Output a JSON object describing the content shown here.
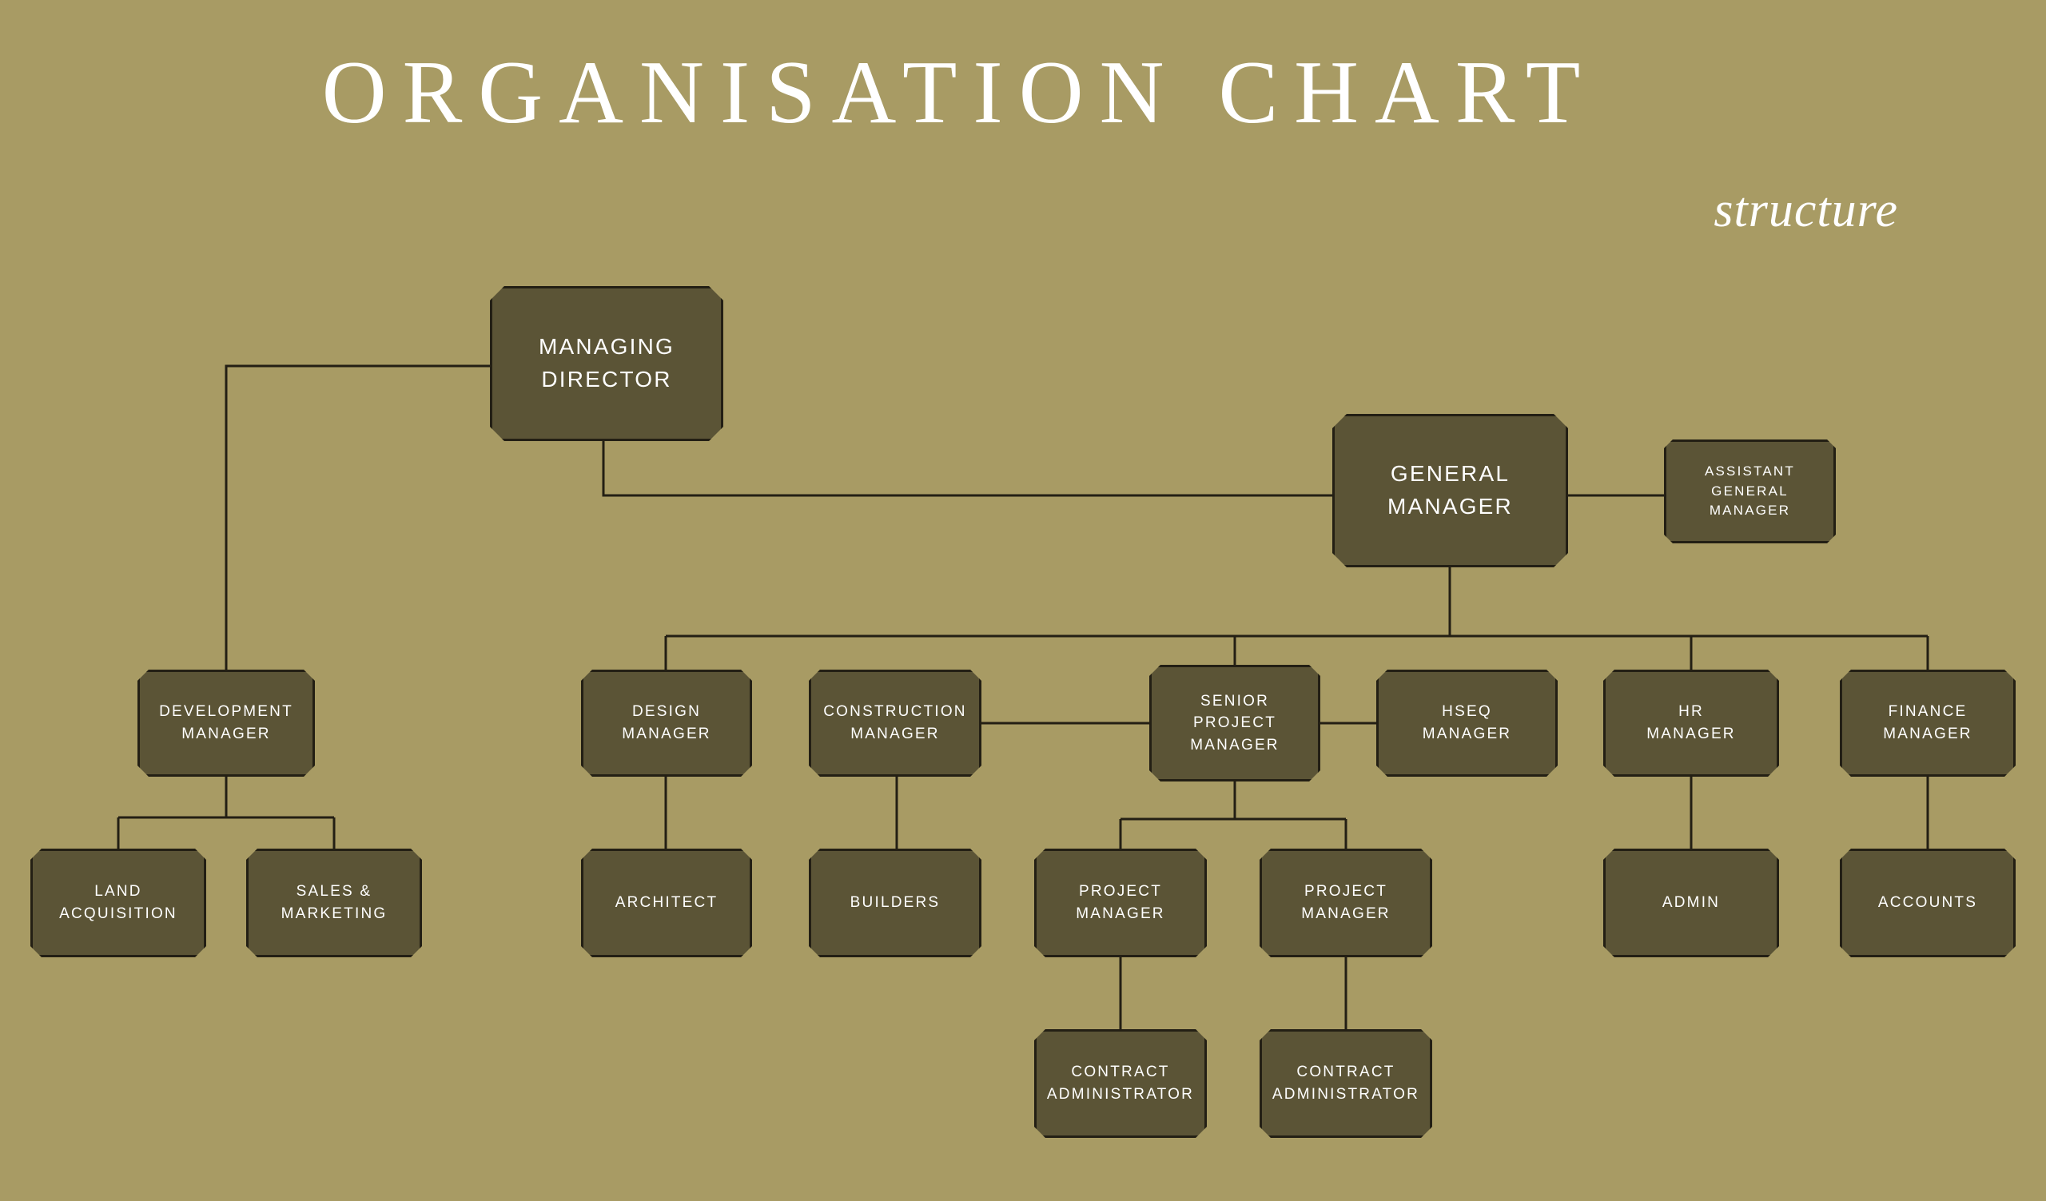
{
  "header": {
    "title": "ORGANISATION CHART",
    "subtitle": "structure"
  },
  "colors": {
    "background": "#A89B64",
    "node_fill": "#5B5436",
    "node_border": "#231F14",
    "text": "#FFFFFF",
    "line": "#231F14"
  },
  "chart_data": {
    "type": "diagram",
    "title": "ORGANISATION CHART",
    "subtitle": "structure",
    "diagram_kind": "organisation-chart",
    "nodes": [
      {
        "id": "managing-director",
        "label": "MANAGING\nDIRECTOR",
        "lines": [
          "MANAGING",
          "DIRECTOR"
        ],
        "level": 0
      },
      {
        "id": "general-manager",
        "label": "GENERAL\nMANAGER",
        "lines": [
          "GENERAL",
          "MANAGER"
        ],
        "level": 1
      },
      {
        "id": "assistant-general-manager",
        "label": "ASSISTANT\nGENERAL MANAGER",
        "lines": [
          "ASSISTANT",
          "GENERAL MANAGER"
        ],
        "level": 1
      },
      {
        "id": "development-manager",
        "label": "DEVELOPMENT\nMANAGER",
        "lines": [
          "DEVELOPMENT",
          "MANAGER"
        ],
        "level": 2
      },
      {
        "id": "design-manager",
        "label": "DESIGN\nMANAGER",
        "lines": [
          "DESIGN",
          "MANAGER"
        ],
        "level": 2
      },
      {
        "id": "construction-manager",
        "label": "CONSTRUCTION\nMANAGER",
        "lines": [
          "CONSTRUCTION",
          "MANAGER"
        ],
        "level": 2
      },
      {
        "id": "senior-project-manager",
        "label": "SENIOR PROJECT\nMANAGER",
        "lines": [
          "SENIOR PROJECT",
          "MANAGER"
        ],
        "level": 2
      },
      {
        "id": "hseq-manager",
        "label": "HSEQ\nMANAGER",
        "lines": [
          "HSEQ",
          "MANAGER"
        ],
        "level": 2
      },
      {
        "id": "hr-manager",
        "label": "HR\nMANAGER",
        "lines": [
          "HR",
          "MANAGER"
        ],
        "level": 2
      },
      {
        "id": "finance-manager",
        "label": "FINANCE\nMANAGER",
        "lines": [
          "FINANCE",
          "MANAGER"
        ],
        "level": 2
      },
      {
        "id": "land-acquisition",
        "label": "LAND\nACQUISITION",
        "lines": [
          "LAND",
          "ACQUISITION"
        ],
        "level": 3
      },
      {
        "id": "sales-marketing",
        "label": "SALES &\nMARKETING",
        "lines": [
          "SALES &",
          "MARKETING"
        ],
        "level": 3
      },
      {
        "id": "architect",
        "label": "ARCHITECT",
        "lines": [
          "ARCHITECT"
        ],
        "level": 3
      },
      {
        "id": "builders",
        "label": "BUILDERS",
        "lines": [
          "BUILDERS"
        ],
        "level": 3
      },
      {
        "id": "project-manager-1",
        "label": "PROJECT\nMANAGER",
        "lines": [
          "PROJECT",
          "MANAGER"
        ],
        "level": 3
      },
      {
        "id": "project-manager-2",
        "label": "PROJECT\nMANAGER",
        "lines": [
          "PROJECT",
          "MANAGER"
        ],
        "level": 3
      },
      {
        "id": "admin",
        "label": "ADMIN",
        "lines": [
          "ADMIN"
        ],
        "level": 3
      },
      {
        "id": "accounts",
        "label": "ACCOUNTS",
        "lines": [
          "ACCOUNTS"
        ],
        "level": 3
      },
      {
        "id": "contract-administrator-1",
        "label": "CONTRACT\nADMINISTRATOR",
        "lines": [
          "CONTRACT",
          "ADMINISTRATOR"
        ],
        "level": 4
      },
      {
        "id": "contract-administrator-2",
        "label": "CONTRACT\nADMINISTRATOR",
        "lines": [
          "CONTRACT",
          "ADMINISTRATOR"
        ],
        "level": 4
      }
    ],
    "edges": [
      {
        "from": "managing-director",
        "to": "general-manager"
      },
      {
        "from": "managing-director",
        "to": "development-manager"
      },
      {
        "from": "general-manager",
        "to": "assistant-general-manager"
      },
      {
        "from": "general-manager",
        "to": "design-manager"
      },
      {
        "from": "general-manager",
        "to": "senior-project-manager"
      },
      {
        "from": "general-manager",
        "to": "hr-manager"
      },
      {
        "from": "general-manager",
        "to": "finance-manager"
      },
      {
        "from": "senior-project-manager",
        "to": "construction-manager"
      },
      {
        "from": "senior-project-manager",
        "to": "hseq-manager"
      },
      {
        "from": "development-manager",
        "to": "land-acquisition"
      },
      {
        "from": "development-manager",
        "to": "sales-marketing"
      },
      {
        "from": "design-manager",
        "to": "architect"
      },
      {
        "from": "construction-manager",
        "to": "builders"
      },
      {
        "from": "senior-project-manager",
        "to": "project-manager-1"
      },
      {
        "from": "senior-project-manager",
        "to": "project-manager-2"
      },
      {
        "from": "hr-manager",
        "to": "admin"
      },
      {
        "from": "finance-manager",
        "to": "accounts"
      },
      {
        "from": "project-manager-1",
        "to": "contract-administrator-1"
      },
      {
        "from": "project-manager-2",
        "to": "contract-administrator-2"
      }
    ]
  }
}
